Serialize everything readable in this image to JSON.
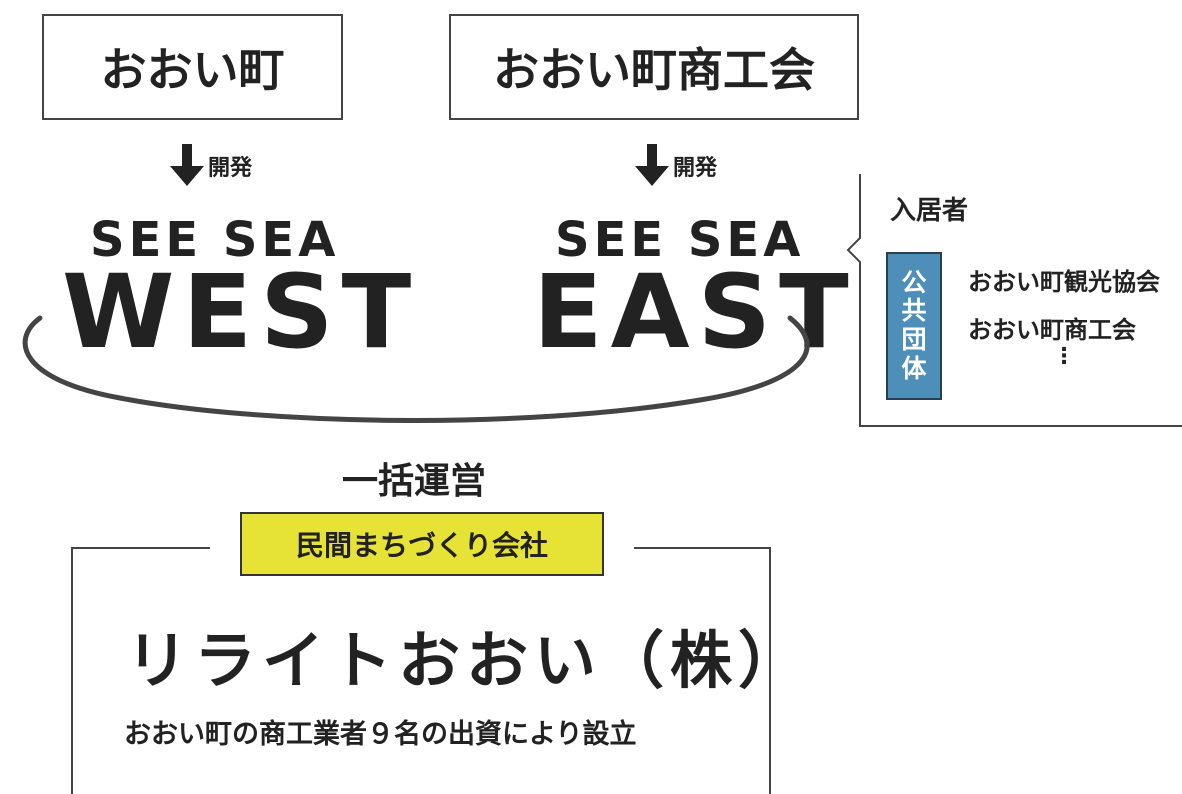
{
  "top": {
    "town": "おおい町",
    "chamber": "おおい町商工会",
    "develop_label_left": "開発",
    "develop_label_right": "開発"
  },
  "facilities": {
    "west_top": "SEE SEA",
    "west_main": "WEST",
    "east_top": "SEE SEA",
    "east_main": "EAST"
  },
  "operation": {
    "label": "一括運営"
  },
  "company": {
    "type_badge": "民間まちづくり会社",
    "name": "リライトおおい（株）",
    "note": "おおい町の商工業者９名の出資により設立"
  },
  "tenants": {
    "title": "入居者",
    "public_badge": [
      "公",
      "共",
      "団",
      "体"
    ],
    "items": [
      "おおい町観光協会",
      "おおい町商工会"
    ],
    "more": "⋮"
  },
  "colors": {
    "badge_yellow": "#e6e236",
    "public_blue": "#4d8fb8",
    "line": "#444444"
  },
  "icons": [
    "down-arrow-icon"
  ]
}
